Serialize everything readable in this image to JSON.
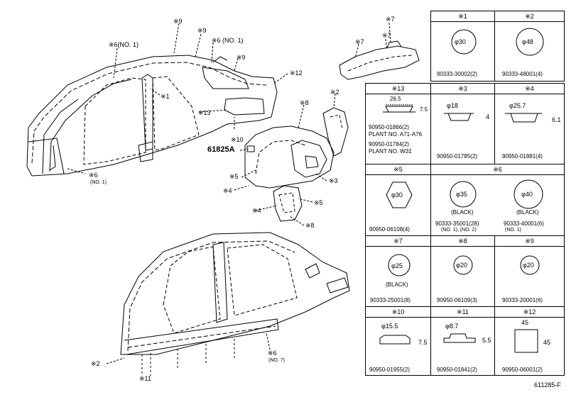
{
  "diagram": {
    "part_label": "61825A",
    "drawing_code": "611285-F",
    "callouts": {
      "c9a": "※9",
      "c9b": "※9",
      "c6a": "※6(NO. 1)",
      "c6b": "※6 (NO. 1)",
      "c9c": "※9",
      "c12": "※12",
      "c1": "※1",
      "c13": "※13",
      "c10": "※10",
      "c6c": "※6",
      "c6c_sub": "(NO. 1)",
      "c7a": "※7",
      "c7b": "※7",
      "c7c": "※7",
      "c2a": "※2",
      "c8a": "※8",
      "c5a": "※5",
      "c4a": "※4",
      "c3": "※3",
      "c5b": "※5",
      "c4b": "※4",
      "c8b": "※8",
      "c2b": "※2",
      "c11": "※11",
      "c6d": "※6",
      "c6d_sub": "(NO. 7)"
    }
  },
  "legend": {
    "cells": {
      "h1": "※1",
      "pn1": "90333-30002(2)",
      "d1": "φ30",
      "h2": "※2",
      "pn2": "90333-48001(4)",
      "d2": "φ48",
      "h13": "※13",
      "pn13a": "90950-01866(2)",
      "pn13b": "PLANT NO. A71-A76",
      "pn13c": "90950-01784(2)",
      "pn13d": "PLANT NO. W31",
      "d13w": "26.5",
      "d13h": "7.5",
      "h3": "※3",
      "pn3": "90950-01785(2)",
      "d3w": "φ18",
      "d3h": "4",
      "h4": "※4",
      "pn4": "90950-01881(4)",
      "d4w": "φ25.7",
      "d4h": "6.1",
      "h5": "※5",
      "pn5": "90950-06108(4)",
      "d5": "φ30",
      "h6": "※6",
      "d6a": "φ35",
      "b6a": "(BLACK)",
      "pn6a": "90333-35001(28)",
      "pn6a_sub": "(NO. 1), (NO. 2)",
      "d6b": "φ40",
      "b6b": "(BLACK)",
      "pn6b": "90333-40001(6)",
      "pn6b_sub": "(NO. 1)",
      "h7": "※7",
      "d7": "φ25",
      "b7": "(BLACK)",
      "pn7": "90333-25001(8)",
      "h8": "※8",
      "d8": "φ20",
      "pn8": "90950-06109(3)",
      "h9": "※9",
      "d9": "φ20",
      "pn9": "90333-20001(6)",
      "h10": "※10",
      "d10w": "φ15.5",
      "d10h": "7.5",
      "pn10": "90950-01955(2)",
      "h11": "※11",
      "d11w": "φ8.7",
      "d11h": "5.5",
      "pn11": "90950-01841(2)",
      "h12": "※12",
      "d12w": "45",
      "d12h": "45",
      "pn12": "90950-06001(2)"
    }
  }
}
